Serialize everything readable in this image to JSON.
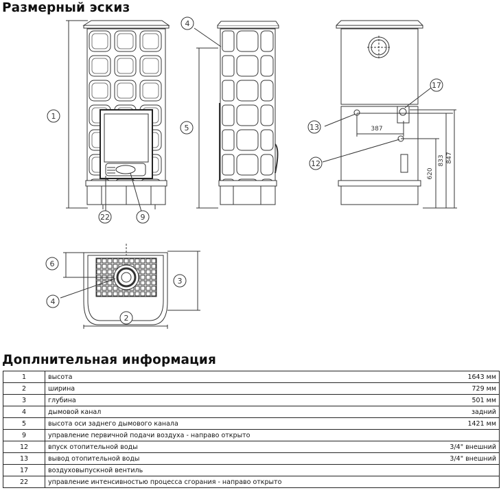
{
  "titles": {
    "sketch": "Размерный эскиз",
    "info": "Доплнительная информация"
  },
  "callouts": [
    "1",
    "2",
    "3",
    "4",
    "5",
    "6",
    "9",
    "12",
    "13",
    "17",
    "22"
  ],
  "dimensions": {
    "d387": "387",
    "d620": "620",
    "d833": "833",
    "d847": "847"
  },
  "spec_rows": [
    {
      "num": "1",
      "label": "высота",
      "value": "1643 мм"
    },
    {
      "num": "2",
      "label": "ширина",
      "value": "729 мм"
    },
    {
      "num": "3",
      "label": "глубина",
      "value": "501 мм"
    },
    {
      "num": "4",
      "label": "дымовой канал",
      "value": "задний"
    },
    {
      "num": "5",
      "label": "высота оси заднего дымового канала",
      "value": "1421 мм"
    },
    {
      "num": "9",
      "label": "управление первичной подачи воздуха - направо открыто",
      "value": ""
    },
    {
      "num": "12",
      "label": "впуск отопительной воды",
      "value": "3/4\" внешний"
    },
    {
      "num": "13",
      "label": "вывод отопительной воды",
      "value": "3/4\" внешний"
    },
    {
      "num": "17",
      "label": "воздуховыпускной вентиль",
      "value": ""
    },
    {
      "num": "22",
      "label": "управление интенсивностью процесса сгорания - направо открыто",
      "value": ""
    }
  ]
}
